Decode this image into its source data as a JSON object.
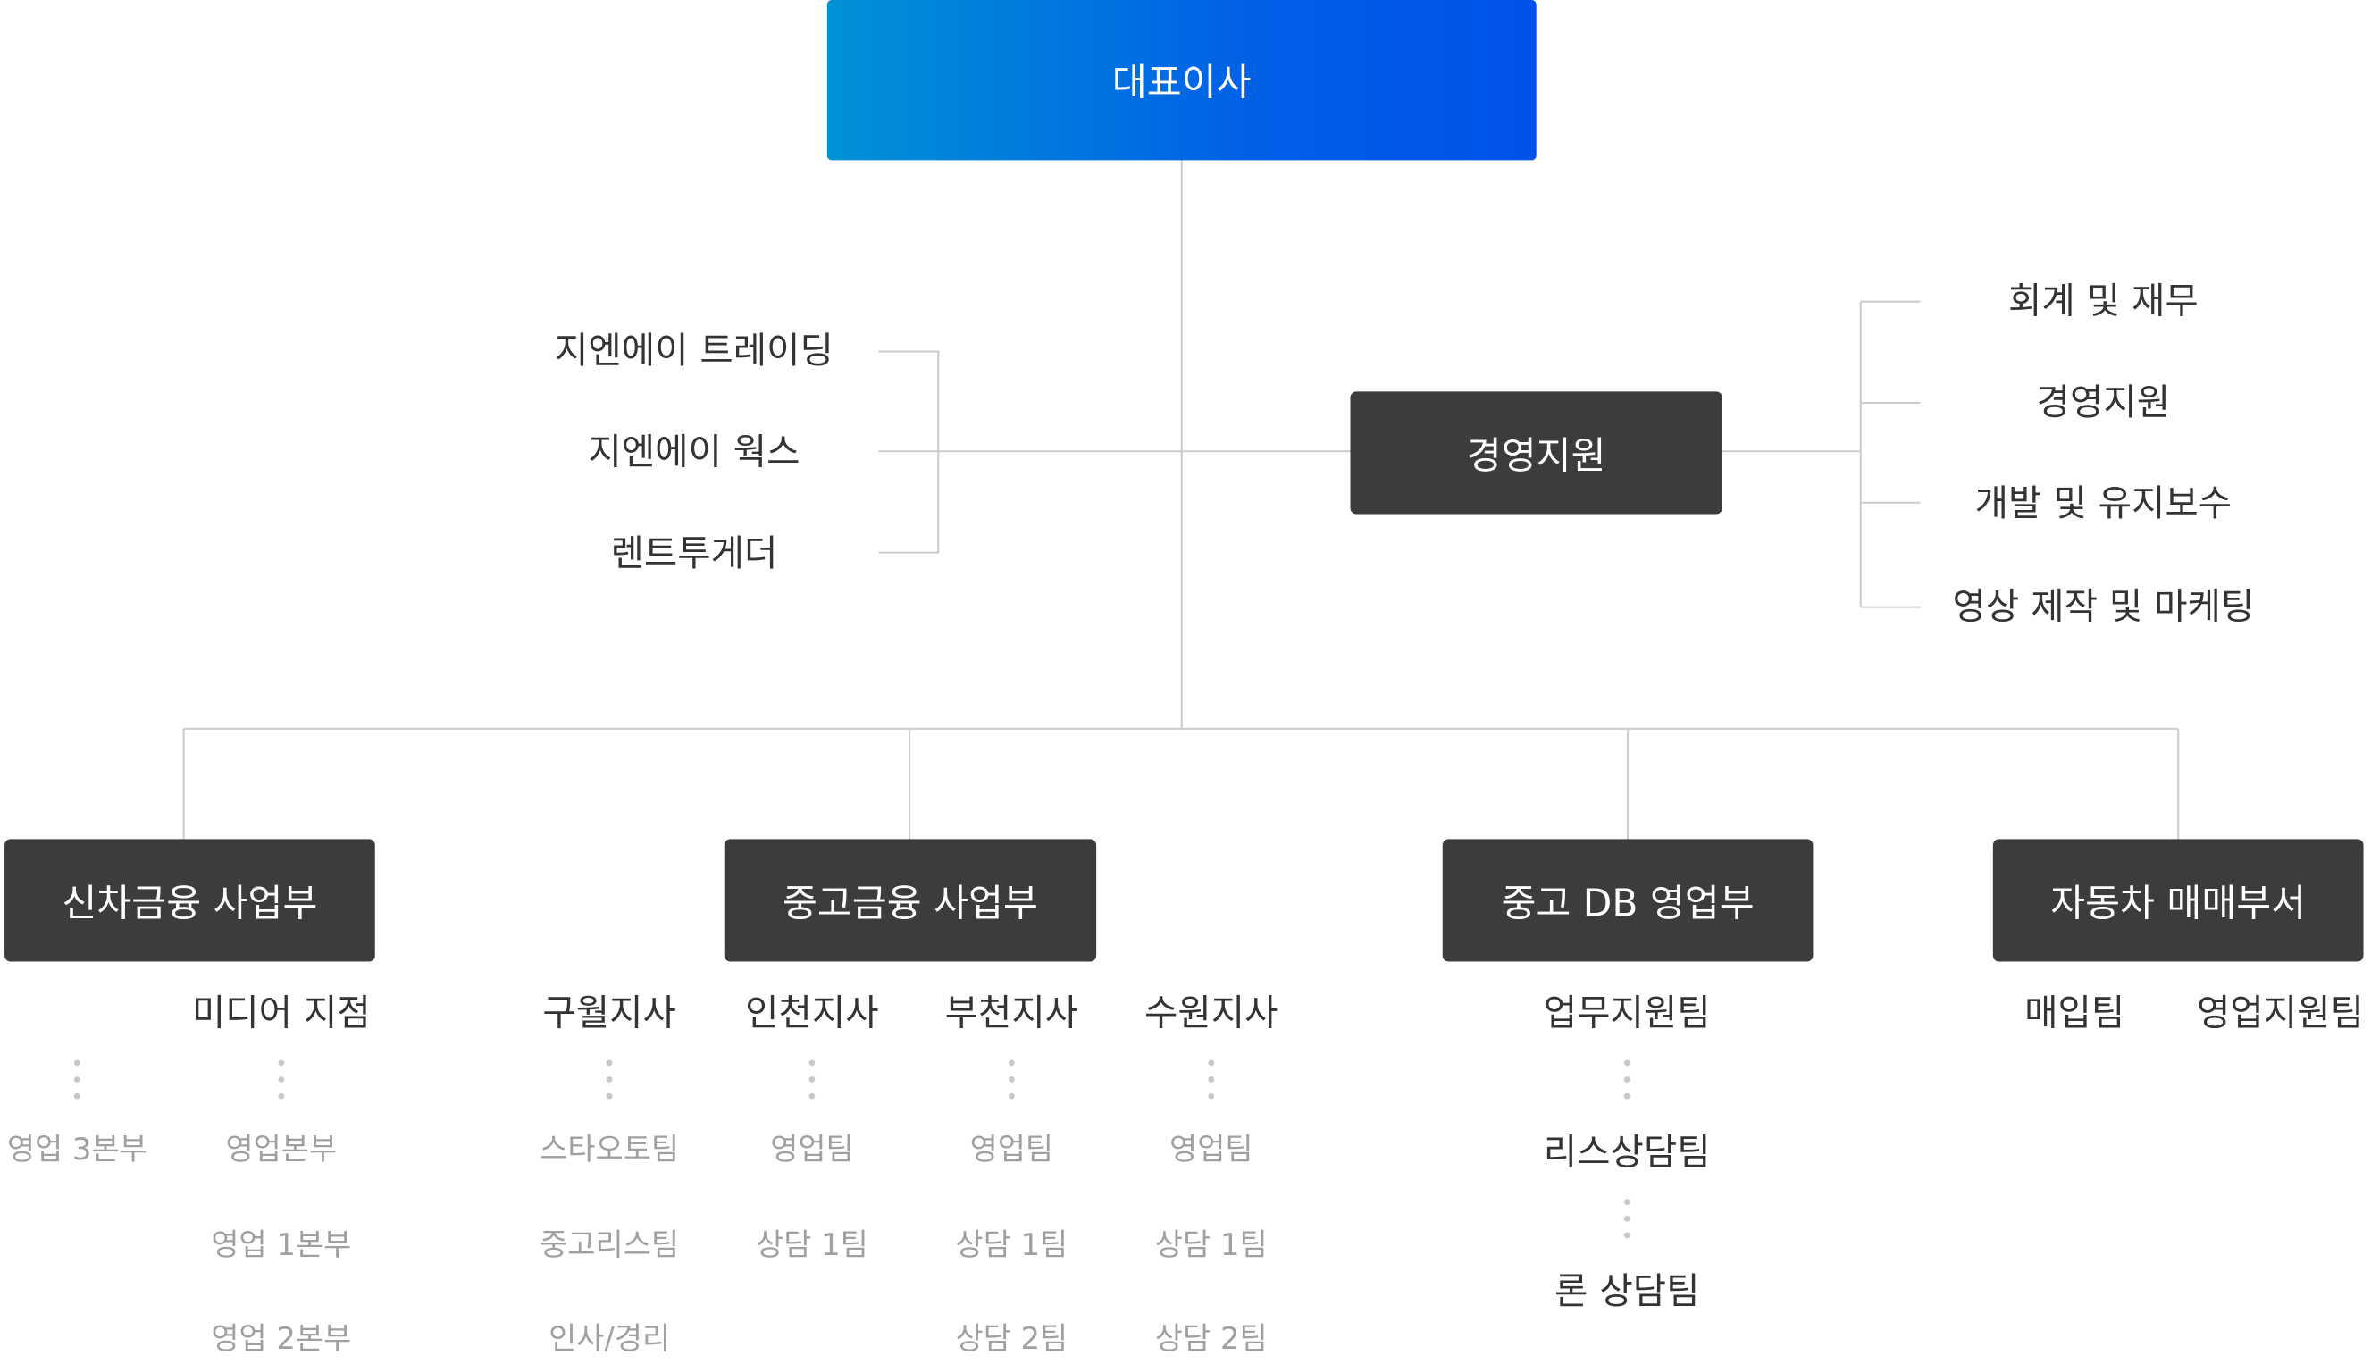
{
  "ceo": "대표이사",
  "affiliates": [
    "지엔에이 트레이딩",
    "지엔에이 웍스",
    "렌트투게더"
  ],
  "management": {
    "title": "경영지원",
    "teams": [
      "회계 및 재무",
      "경영지원",
      "개발 및 유지보수",
      "영상 제작 및 마케팅"
    ]
  },
  "divisions": [
    {
      "title": "신차금융 사업부",
      "columns": [
        {
          "header": "",
          "items": [
            "영업 3본부"
          ]
        },
        {
          "header": "미디어 지점",
          "items": [
            "영업본부",
            "영업 1본부",
            "영업 2본부"
          ]
        }
      ]
    },
    {
      "title": "중고금융 사업부",
      "columns": [
        {
          "header": "구월지사",
          "items": [
            "스타오토팀",
            "중고리스팀",
            "인사/경리"
          ]
        },
        {
          "header": "인천지사",
          "items": [
            "영업팀",
            "상담 1팀"
          ]
        },
        {
          "header": "부천지사",
          "items": [
            "영업팀",
            "상담 1팀",
            "상담 2팀"
          ]
        },
        {
          "header": "수원지사",
          "items": [
            "영업팀",
            "상담 1팀",
            "상담 2팀"
          ]
        }
      ]
    },
    {
      "title": "중고 DB 영업부",
      "chain": [
        "업무지원팀",
        "리스상담팀",
        "론 상담팀"
      ]
    },
    {
      "title": "자동차 매매부서",
      "teams": [
        "매입팀",
        "영업지원팀"
      ]
    }
  ],
  "colors": {
    "ceo_gradient_start": "#0092d6",
    "ceo_gradient_end": "#0052ea",
    "box": "#3c3c3c",
    "line": "#cccccc",
    "text_dark": "#333333",
    "text_light": "#a0a0a0"
  }
}
